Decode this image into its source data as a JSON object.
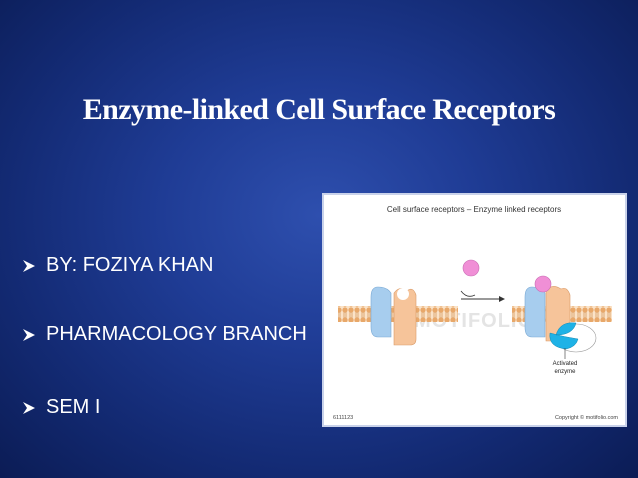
{
  "slide": {
    "title": "Enzyme-linked Cell Surface Receptors",
    "bullets": [
      "BY: FOZIYA KHAN",
      "PHARMACOLOGY BRANCH",
      "SEM I"
    ]
  },
  "figure": {
    "heading": "Cell surface receptors – Enzyme linked receptors",
    "label_activated": "Activated",
    "label_enzyme": "enzyme",
    "code": "6111123",
    "copyright": "Copyright © motifolio.com",
    "watermark": "MOTIFOLIO",
    "colors": {
      "membrane": "#e8b27a",
      "receptor_blue": "#a7cdee",
      "receptor_orange": "#f6c49a",
      "ligand": "#f08fd6",
      "enzyme_blue": "#1fb2e6"
    }
  }
}
